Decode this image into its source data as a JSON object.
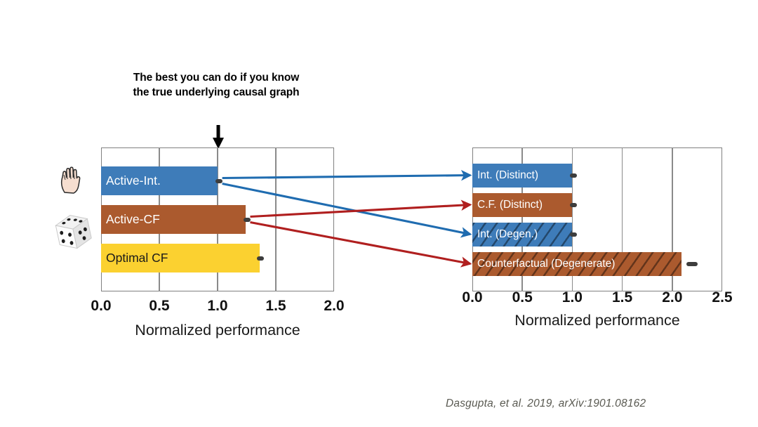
{
  "annotation": {
    "text": "The best you can do if you know the true underlying causal graph",
    "arrow": "down-arrow"
  },
  "icons": {
    "hand": "hand-icon",
    "dice": "dice-icon"
  },
  "citation": "Dasgupta, et al. 2019, arXiv:1901.08162",
  "colors": {
    "blue": "#3E7CB9",
    "brown": "#AB5A2E",
    "yellow": "#FBD130",
    "arrow_blue": "#1F6CB0",
    "arrow_red": "#B01F1F",
    "axis": "#808080",
    "dot": "#3D3D3D"
  },
  "chart_data": [
    {
      "id": "left-chart",
      "type": "bar",
      "orientation": "horizontal",
      "title": "",
      "xlabel": "Normalized performance",
      "ylabel": "",
      "xlim": [
        0.0,
        2.0
      ],
      "xticks": [
        "0.0",
        "0.5",
        "1.0",
        "1.5",
        "2.0"
      ],
      "xtick_values": [
        0.0,
        0.5,
        1.0,
        1.5,
        2.0
      ],
      "grid": true,
      "categories": [
        "Active-Int.",
        "Active-CF",
        "Optimal CF"
      ],
      "values": [
        1.0,
        1.24,
        1.36
      ],
      "errdots": [
        1.01,
        1.25,
        1.37
      ],
      "bar_colors": [
        "#3E7CB9",
        "#AB5A2E",
        "#FBD130"
      ],
      "label_colors": [
        "#ffffff",
        "#ffffff",
        "#1a1a1a"
      ],
      "hatched": [
        false,
        false,
        false
      ]
    },
    {
      "id": "right-chart",
      "type": "bar",
      "orientation": "horizontal",
      "title": "",
      "xlabel": "Normalized performance",
      "ylabel": "",
      "xlim": [
        0.0,
        2.5
      ],
      "xticks": [
        "0.0",
        "0.5",
        "1.0",
        "1.5",
        "2.0",
        "2.5"
      ],
      "xtick_values": [
        0.0,
        0.5,
        1.0,
        1.5,
        2.0,
        2.5
      ],
      "grid": true,
      "categories": [
        "Int. (Distinct)",
        "C.F. (Distinct)",
        "Int. (Degen.)",
        "Counterfactual (Degenerate)"
      ],
      "values": [
        1.0,
        1.0,
        1.0,
        2.09
      ],
      "errdots": [
        1.01,
        1.01,
        1.01,
        2.2
      ],
      "bar_colors": [
        "#3E7CB9",
        "#AB5A2E",
        "#3E7CB9",
        "#AB5A2E"
      ],
      "label_colors": [
        "#ffffff",
        "#ffffff",
        "#ffffff",
        "#ffffff"
      ],
      "hatched": [
        false,
        false,
        true,
        true
      ]
    }
  ],
  "connections": [
    {
      "name": "active-int-to-int-distinct",
      "color": "#1F6CB0",
      "from": "Active-Int.",
      "to": "Int. (Distinct)"
    },
    {
      "name": "active-int-to-int-degen",
      "color": "#1F6CB0",
      "from": "Active-Int.",
      "to": "Int. (Degen.)"
    },
    {
      "name": "active-cf-to-cf-distinct",
      "color": "#B01F1F",
      "from": "Active-CF",
      "to": "C.F. (Distinct)"
    },
    {
      "name": "active-cf-to-cf-degenerate",
      "color": "#B01F1F",
      "from": "Active-CF",
      "to": "Counterfactual (Degenerate)"
    }
  ]
}
